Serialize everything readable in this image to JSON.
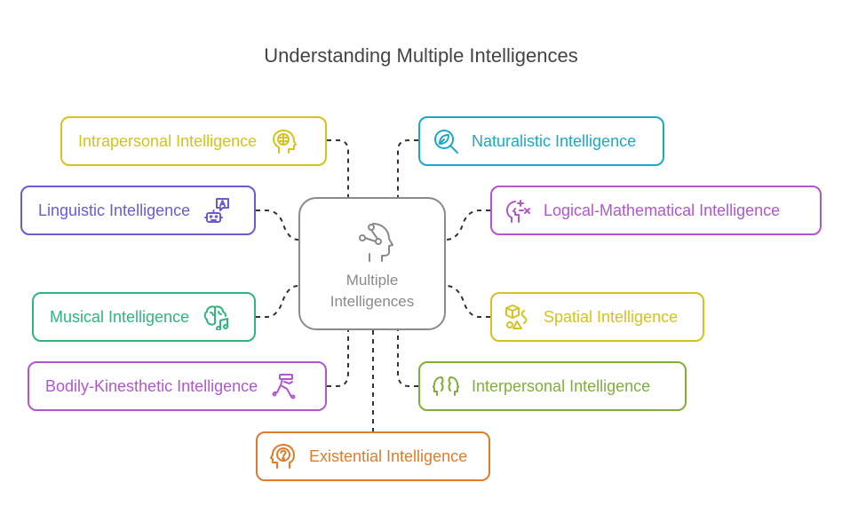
{
  "title": "Understanding Multiple Intelligences",
  "center": {
    "line1": "Multiple",
    "line2": "Intelligences",
    "icon": "head-idea-icon",
    "color": "#8a8a8a"
  },
  "nodes": {
    "intrapersonal": {
      "label": "Intrapersonal Intelligence",
      "icon": "brain-head-icon",
      "color": "#d6c21e"
    },
    "naturalistic": {
      "label": "Naturalistic Intelligence",
      "icon": "leaf-magnifier-icon",
      "color": "#1aa8c9"
    },
    "linguistic": {
      "label": "Linguistic Intelligence",
      "icon": "speech-robot-icon",
      "color": "#6a5ccf"
    },
    "logical": {
      "label": "Logical-Mathematical Intelligence",
      "icon": "math-head-icon",
      "color": "#b256cf"
    },
    "musical": {
      "label": "Musical Intelligence",
      "icon": "brain-music-icon",
      "color": "#2fb57d"
    },
    "spatial": {
      "label": "Spatial Intelligence",
      "icon": "cube-shapes-icon",
      "color": "#d6c21e"
    },
    "bodily": {
      "label": "Bodily-Kinesthetic Intelligence",
      "icon": "running-figure-icon",
      "color": "#b256cf"
    },
    "interpersonal": {
      "label": "Interpersonal Intelligence",
      "icon": "two-heads-icon",
      "color": "#7fae3a"
    },
    "existential": {
      "label": "Existential Intelligence",
      "icon": "question-head-icon",
      "color": "#e07b2a"
    }
  }
}
